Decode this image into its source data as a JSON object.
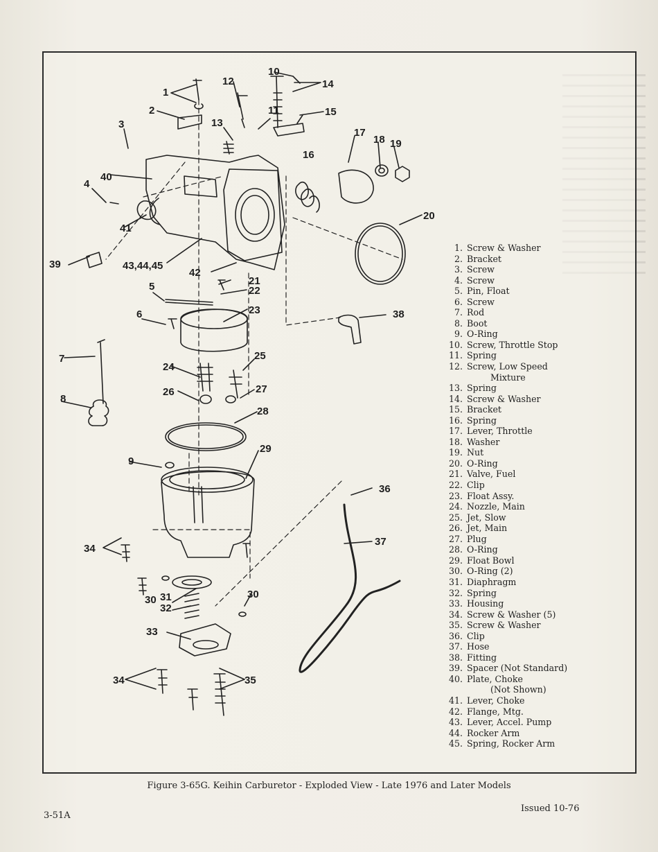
{
  "figure": {
    "caption": "Figure 3-65G. Keihin Carburetor - Exploded View - Late 1976 and Later Models",
    "callouts": [
      "1",
      "2",
      "3",
      "4",
      "5",
      "6",
      "7",
      "8",
      "9",
      "10",
      "11",
      "12",
      "13",
      "14",
      "15",
      "16",
      "17",
      "18",
      "19",
      "20",
      "21",
      "22",
      "23",
      "24",
      "25",
      "26",
      "27",
      "28",
      "29",
      "30",
      "30",
      "31",
      "32",
      "33",
      "34",
      "34",
      "35",
      "36",
      "37",
      "38",
      "39",
      "40",
      "41",
      "42",
      "43,44,45"
    ]
  },
  "parts": [
    {
      "num": "1.",
      "name": "Screw & Washer"
    },
    {
      "num": "2.",
      "name": "Bracket"
    },
    {
      "num": "3.",
      "name": "Screw"
    },
    {
      "num": "4.",
      "name": "Screw"
    },
    {
      "num": "5.",
      "name": "Pin, Float"
    },
    {
      "num": "6.",
      "name": "Screw"
    },
    {
      "num": "7.",
      "name": "Rod"
    },
    {
      "num": "8.",
      "name": "Boot"
    },
    {
      "num": "9.",
      "name": "O-Ring"
    },
    {
      "num": "10.",
      "name": "Screw, Throttle Stop"
    },
    {
      "num": "11.",
      "name": "Spring"
    },
    {
      "num": "12.",
      "name": "Screw, Low Speed",
      "cont": "Mixture"
    },
    {
      "num": "13.",
      "name": "Spring"
    },
    {
      "num": "14.",
      "name": "Screw & Washer"
    },
    {
      "num": "15.",
      "name": "Bracket"
    },
    {
      "num": "16.",
      "name": "Spring"
    },
    {
      "num": "17.",
      "name": "Lever, Throttle"
    },
    {
      "num": "18.",
      "name": "Washer"
    },
    {
      "num": "19.",
      "name": "Nut"
    },
    {
      "num": "20.",
      "name": "O-Ring"
    },
    {
      "num": "21.",
      "name": "Valve, Fuel"
    },
    {
      "num": "22.",
      "name": "Clip"
    },
    {
      "num": "23.",
      "name": "Float Assy."
    },
    {
      "num": "24.",
      "name": "Nozzle, Main"
    },
    {
      "num": "25.",
      "name": "Jet, Slow"
    },
    {
      "num": "26.",
      "name": "Jet, Main"
    },
    {
      "num": "27.",
      "name": "Plug"
    },
    {
      "num": "28.",
      "name": "O-Ring"
    },
    {
      "num": "29.",
      "name": "Float Bowl"
    },
    {
      "num": "30.",
      "name": "O-Ring (2)"
    },
    {
      "num": "31.",
      "name": "Diaphragm"
    },
    {
      "num": "32.",
      "name": "Spring"
    },
    {
      "num": "33.",
      "name": "Housing"
    },
    {
      "num": "34.",
      "name": "Screw & Washer (5)"
    },
    {
      "num": "35.",
      "name": "Screw & Washer"
    },
    {
      "num": "36.",
      "name": "Clip"
    },
    {
      "num": "37.",
      "name": "Hose"
    },
    {
      "num": "38.",
      "name": "Fitting"
    },
    {
      "num": "39.",
      "name": "Spacer (Not Standard)"
    },
    {
      "num": "40.",
      "name": "Plate, Choke",
      "cont": "(Not Shown)"
    },
    {
      "num": "41.",
      "name": "Lever, Choke"
    },
    {
      "num": "42.",
      "name": "Flange, Mtg."
    },
    {
      "num": "43.",
      "name": "Lever, Accel. Pump"
    },
    {
      "num": "44.",
      "name": "Rocker Arm"
    },
    {
      "num": "45.",
      "name": "Spring, Rocker Arm"
    }
  ],
  "footer": {
    "page_number": "3-51A",
    "issued": "Issued 10-76"
  }
}
